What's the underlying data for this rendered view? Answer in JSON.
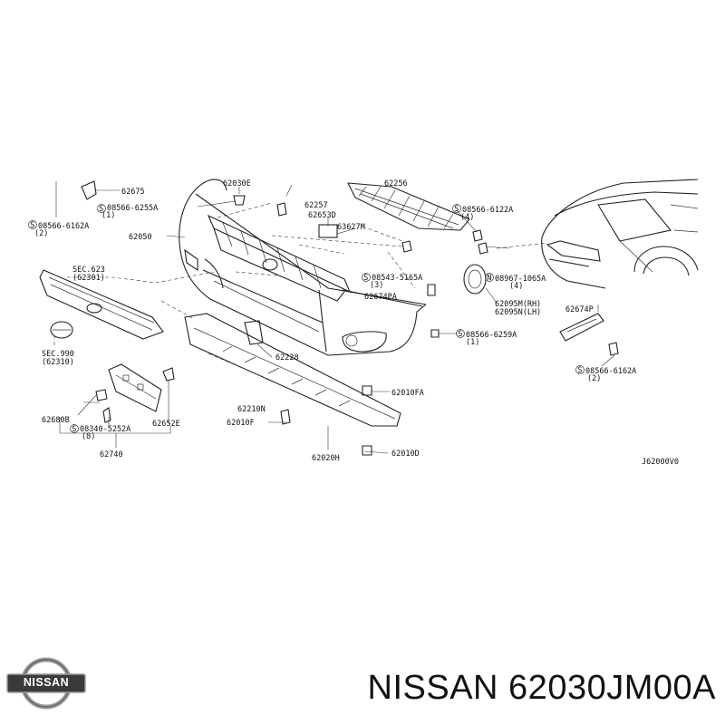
{
  "diagram": {
    "labels": [
      {
        "id": "62675",
        "text": "62675"
      },
      {
        "id": "62030e",
        "text": "62030E"
      },
      {
        "id": "62256",
        "text": "62256"
      },
      {
        "id": "s0856662162a",
        "text": "08566-6162A"
      },
      {
        "id": "s0856662162a_q",
        "text": "(2)"
      },
      {
        "id": "s0856662255a",
        "text": "08566-6255A"
      },
      {
        "id": "s0856662255a_q",
        "text": "(1)"
      },
      {
        "id": "62050",
        "text": "62050"
      },
      {
        "id": "62257",
        "text": "62257"
      },
      {
        "id": "62653d",
        "text": "62653D"
      },
      {
        "id": "63627m",
        "text": "63627M"
      },
      {
        "id": "s0856666122a",
        "text": "08566-6122A"
      },
      {
        "id": "s0856666122a_q",
        "text": "(4)"
      },
      {
        "id": "sec623",
        "text": "SEC.623"
      },
      {
        "id": "sec623_sub",
        "text": "(62301)"
      },
      {
        "id": "s0854351165a",
        "text": "08543-5165A"
      },
      {
        "id": "s0854351165a_q",
        "text": "(3)"
      },
      {
        "id": "n0896711065a",
        "text": "08967-1065A"
      },
      {
        "id": "n0896711065a_q",
        "text": "(4)"
      },
      {
        "id": "62674pa",
        "text": "62674PA"
      },
      {
        "id": "62095m",
        "text": "62095M(RH)"
      },
      {
        "id": "62095n",
        "text": "62095N(LH)"
      },
      {
        "id": "62674p",
        "text": "62674P"
      },
      {
        "id": "sec990",
        "text": "SEC.990"
      },
      {
        "id": "sec990_sub",
        "text": "(62310)"
      },
      {
        "id": "62228",
        "text": "62228"
      },
      {
        "id": "s0856666259a",
        "text": "08566-6259A"
      },
      {
        "id": "s0856666259a_q",
        "text": "(1)"
      },
      {
        "id": "s0856666162a_r",
        "text": "08566-6162A"
      },
      {
        "id": "s0856666162a_r_q",
        "text": "(2)"
      },
      {
        "id": "62010fa",
        "text": "62010FA"
      },
      {
        "id": "62210n",
        "text": "62210N"
      },
      {
        "id": "62680b",
        "text": "62680B"
      },
      {
        "id": "s0834052252a",
        "text": "08340-5252A"
      },
      {
        "id": "s0834052252a_q",
        "text": "(8)"
      },
      {
        "id": "62652e",
        "text": "62652E"
      },
      {
        "id": "62010f",
        "text": "62010F"
      },
      {
        "id": "62740",
        "text": "62740"
      },
      {
        "id": "62020h",
        "text": "62020H"
      },
      {
        "id": "62010d",
        "text": "62010D"
      },
      {
        "id": "code",
        "text": "J62000V0"
      }
    ]
  },
  "footer": {
    "brand_logo_text": "NISSAN",
    "title": "NISSAN 62030JM00A"
  },
  "colors": {
    "line": "#222222",
    "text": "#111111",
    "logo_dark": "#3a3a3a",
    "logo_ring": "#9a9a9a"
  },
  "icons": {
    "brand": "nissan-logo-icon",
    "screw_marker": "s-circle-icon",
    "nut_marker": "n-circle-icon"
  }
}
